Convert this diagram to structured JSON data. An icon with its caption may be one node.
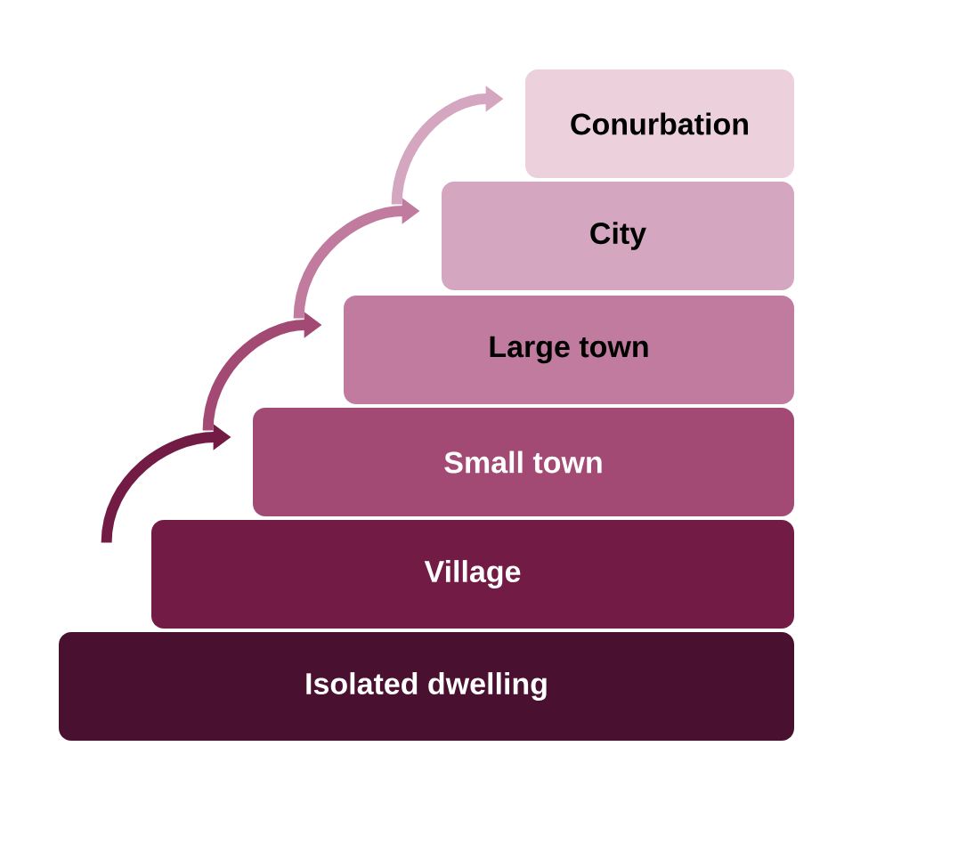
{
  "diagram": {
    "nodes": [
      {
        "text": [
          "Conurbation"
        ]
      },
      {
        "text": [
          "City"
        ]
      },
      {
        "text": [
          "Large town"
        ]
      },
      {
        "text": [
          "Small town"
        ]
      },
      {
        "text": [
          "Village"
        ]
      },
      {
        "text": [
          "Isolated dwelling"
        ]
      }
    ],
    "edges": [
      {
        "from": 4,
        "to": 3,
        "arrow": "to",
        "color": "#721c45"
      },
      {
        "from": 3,
        "to": 2,
        "arrow": "to",
        "color": "#a34a74"
      },
      {
        "from": 2,
        "to": 1,
        "arrow": "to",
        "color": "#c07b9e"
      },
      {
        "from": 1,
        "to": 0,
        "arrow": "to",
        "color": "#d5a6bf"
      }
    ]
  }
}
